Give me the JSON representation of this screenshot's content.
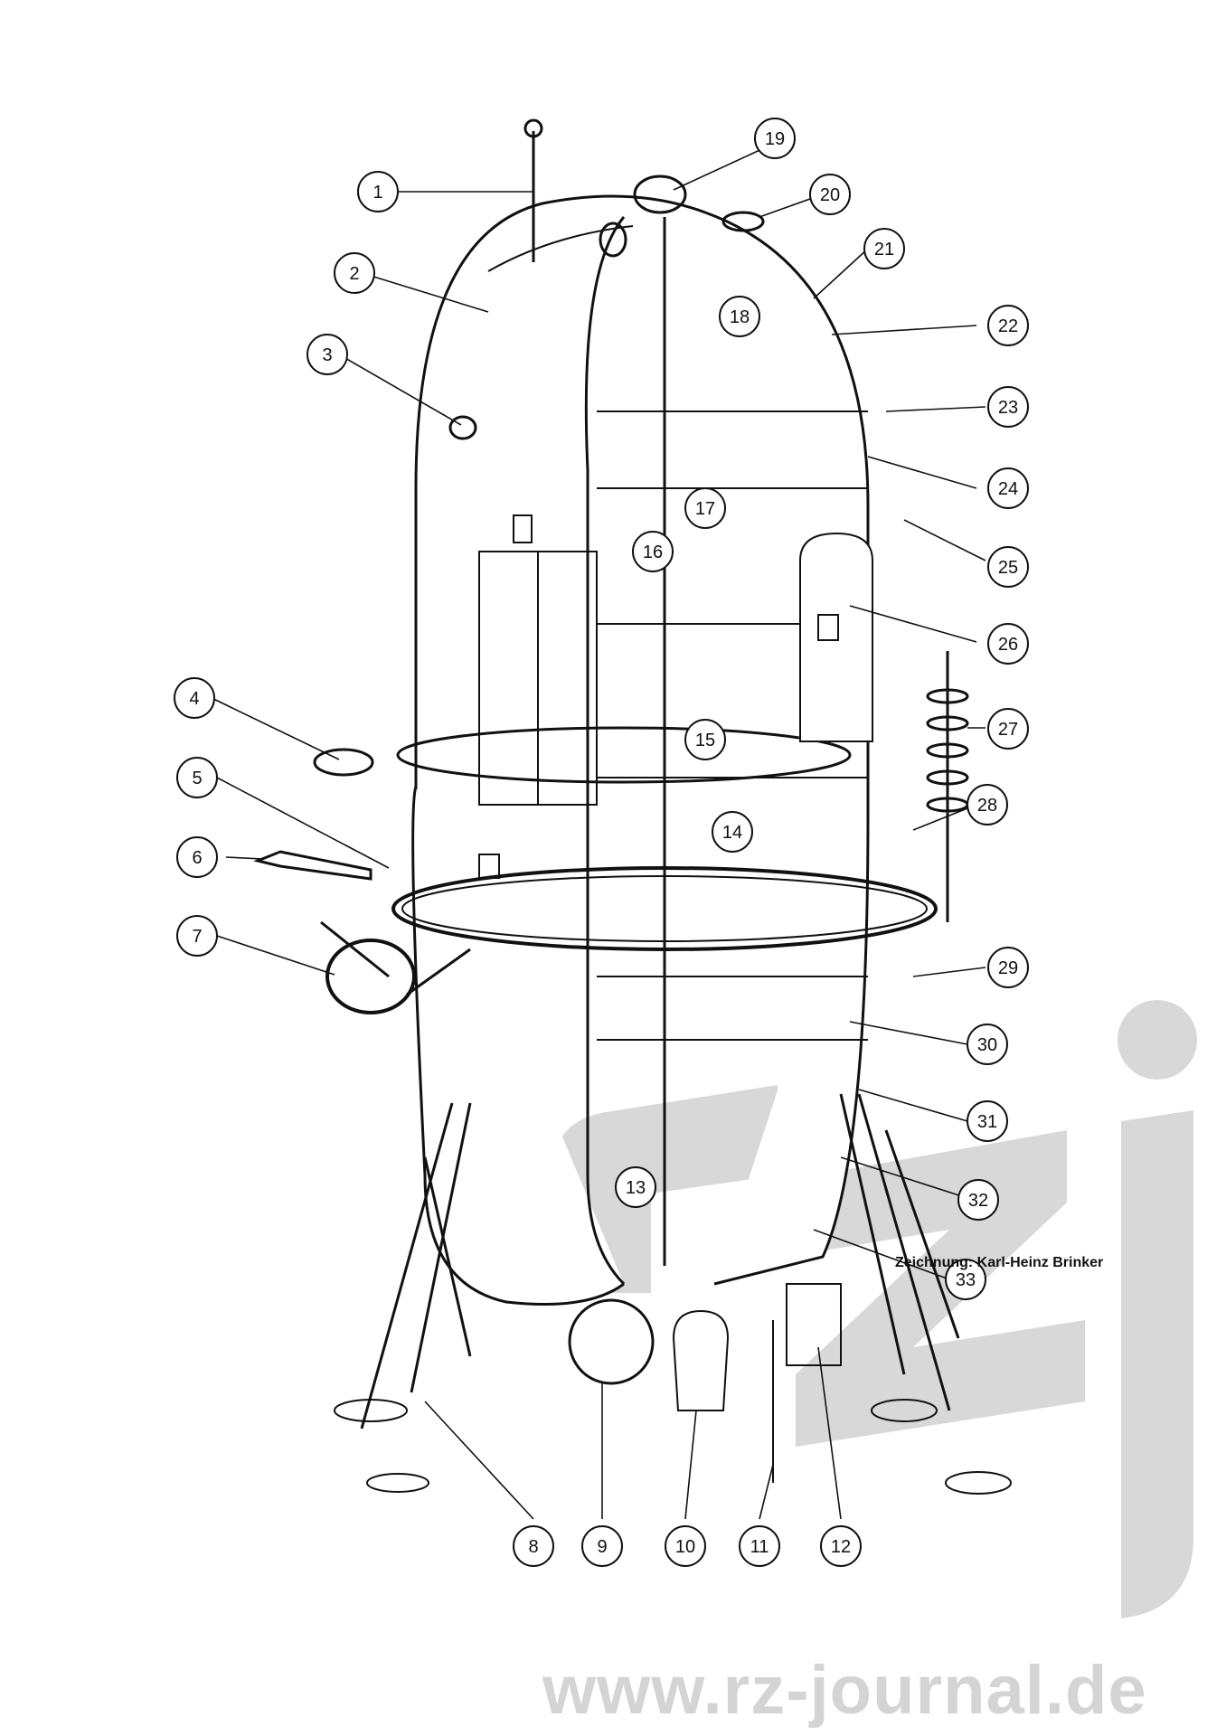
{
  "diagram": {
    "callouts": [
      "1",
      "2",
      "3",
      "4",
      "5",
      "6",
      "7",
      "8",
      "9",
      "10",
      "11",
      "12",
      "13",
      "14",
      "15",
      "16",
      "17",
      "18",
      "19",
      "20",
      "21",
      "22",
      "23",
      "24",
      "25",
      "26",
      "27",
      "28",
      "29",
      "30",
      "31",
      "32",
      "33"
    ]
  },
  "credit": "Zeichnung: Karl-Heinz Brinker",
  "watermark": {
    "site": "www.rz-journal.de",
    "logo_text": "rzj"
  },
  "colors": {
    "ink": "#111111",
    "watermark": "#d4d4d4",
    "background": "#ffffff"
  }
}
